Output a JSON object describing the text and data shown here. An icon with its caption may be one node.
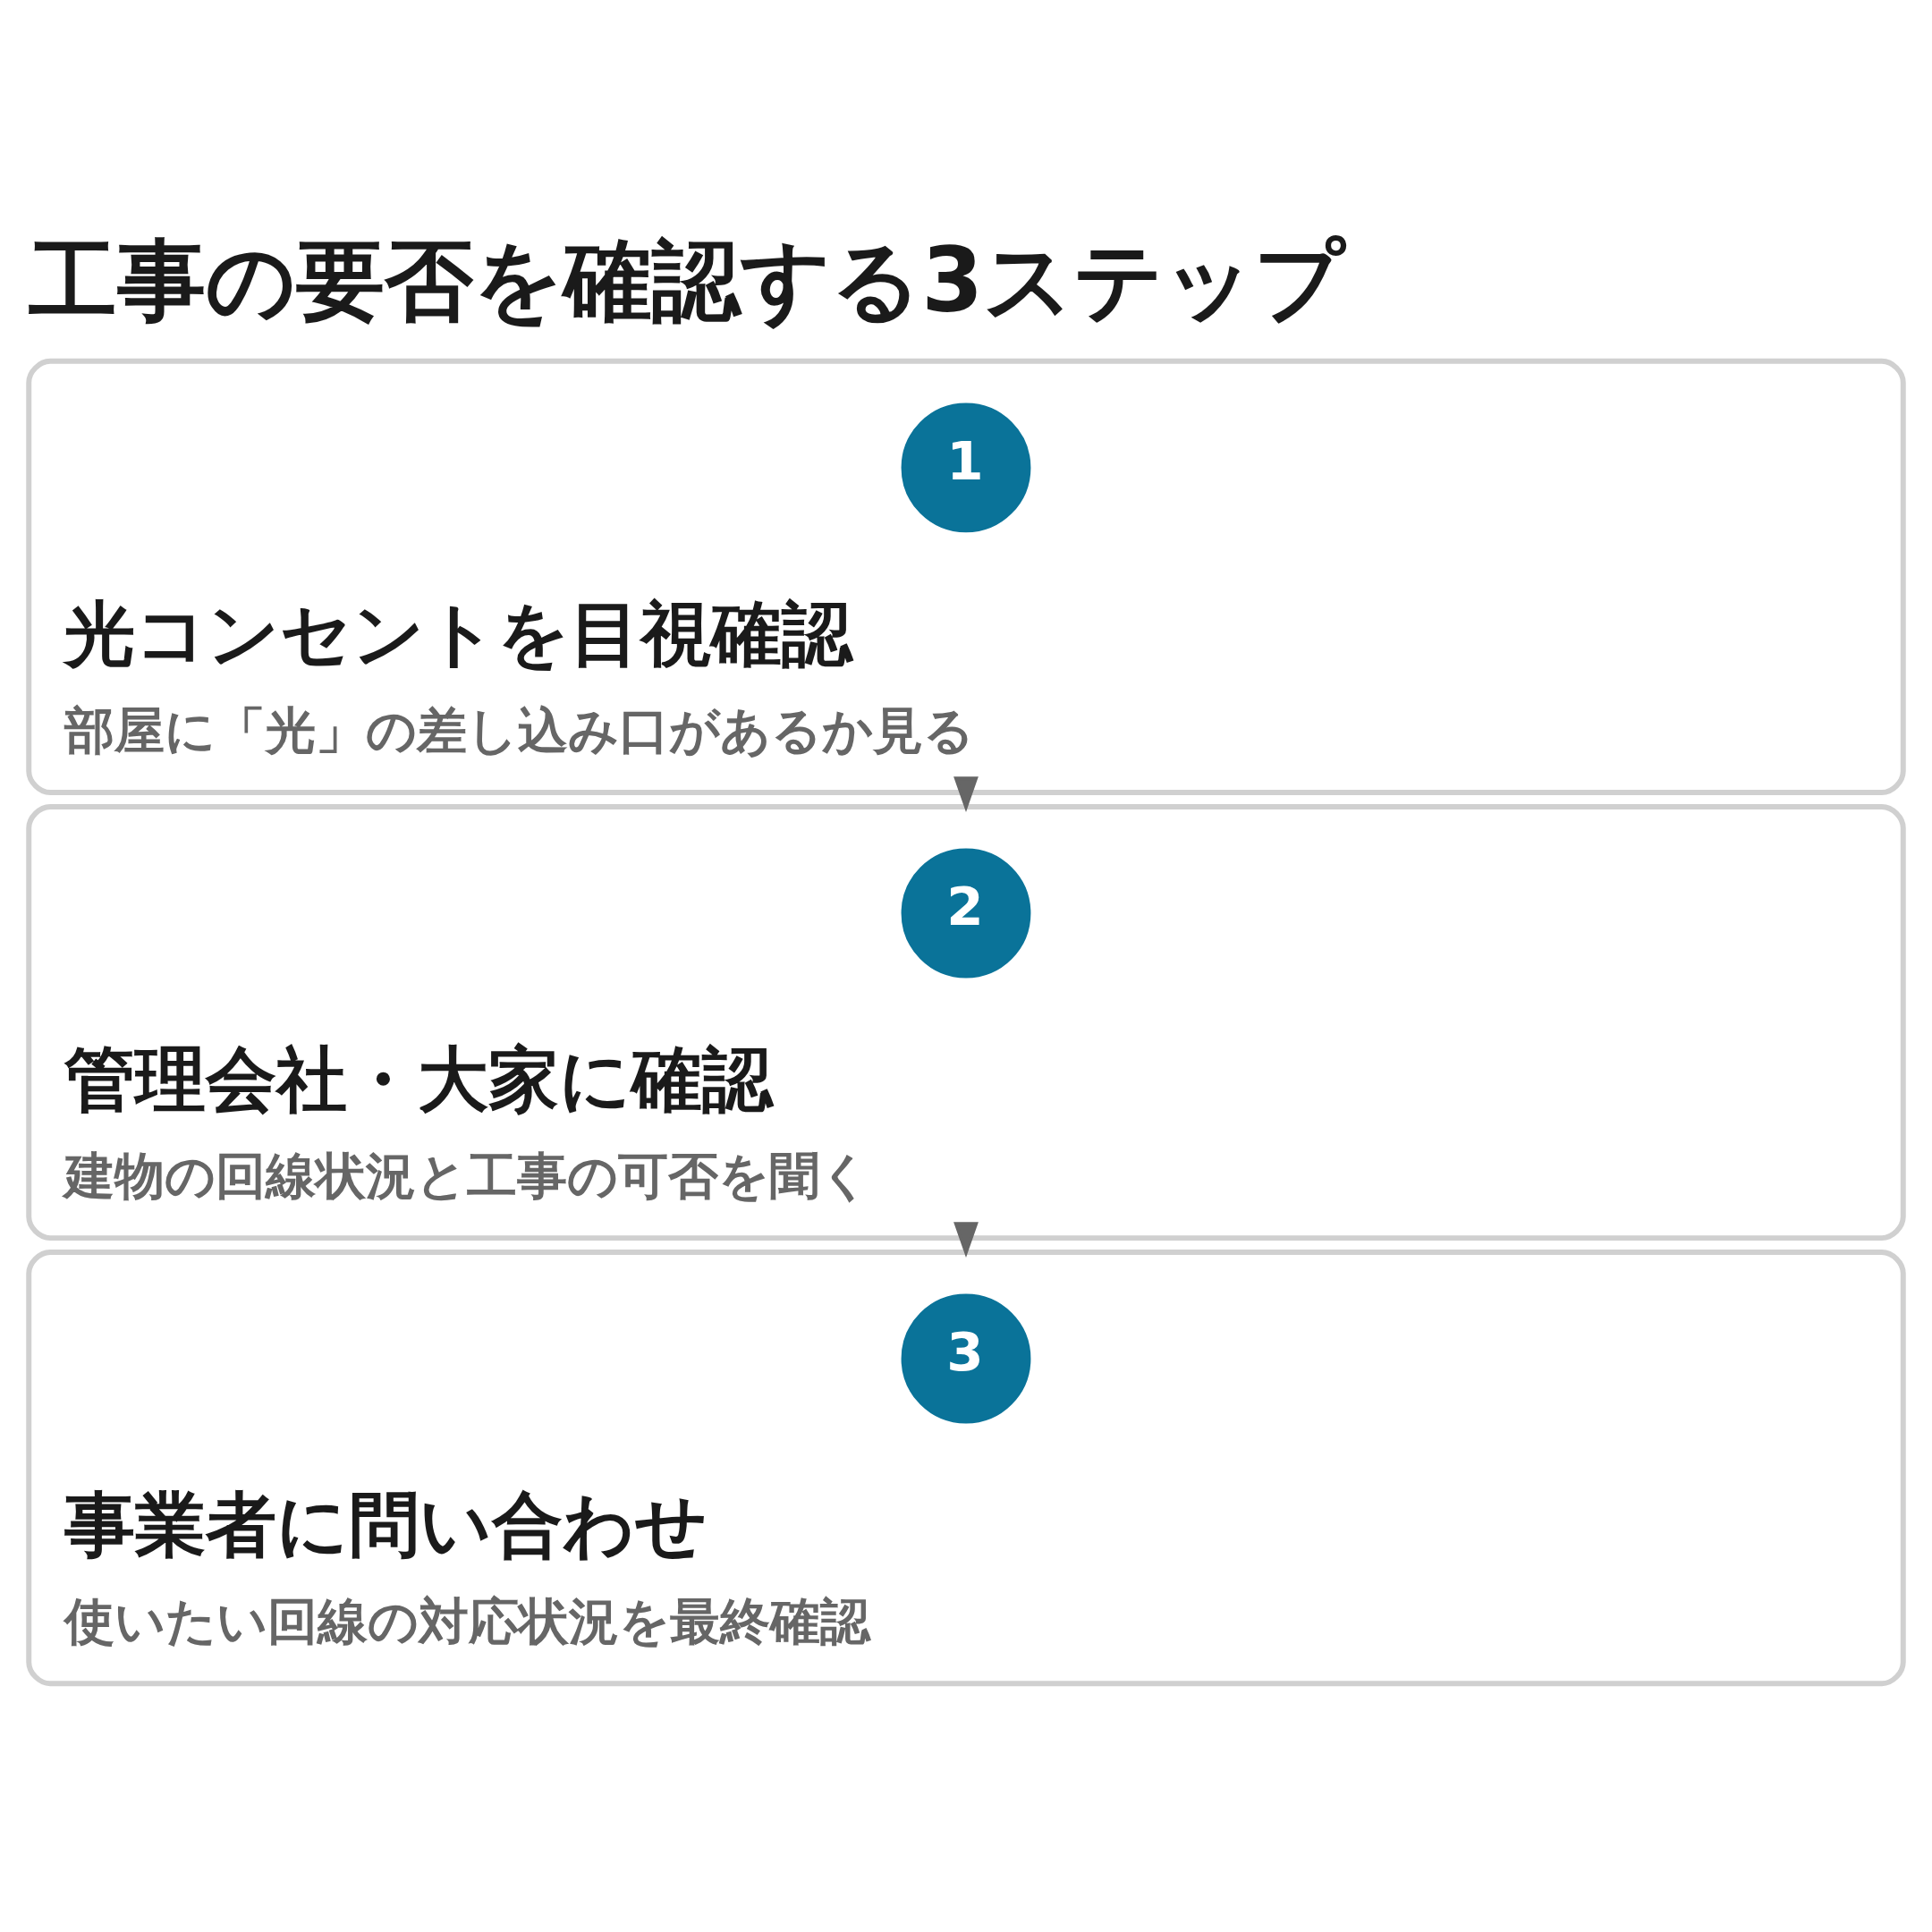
{
  "diagram": {
    "title": "工事の要否を確認する3ステップ",
    "nodes": [
      {
        "text": [
          "光コンセントを目視確認",
          "部屋に「光」の差し込み口があるか見る"
        ]
      },
      {
        "text": [
          "1"
        ],
        "in": 0
      },
      {
        "text": [
          "管理会社・大家に確認",
          "建物の回線状況と工事の可否を聞く"
        ]
      },
      {
        "text": [
          "2"
        ],
        "in": 2
      },
      {
        "text": [
          "事業者に問い合わせ",
          "使いたい回線の対応状況を最終確認"
        ]
      },
      {
        "text": [
          "3"
        ],
        "in": 4
      }
    ],
    "edges": [
      {
        "from": 0,
        "to": 2,
        "arrow": "to"
      },
      {
        "from": 2,
        "to": 4,
        "arrow": "to"
      }
    ]
  }
}
